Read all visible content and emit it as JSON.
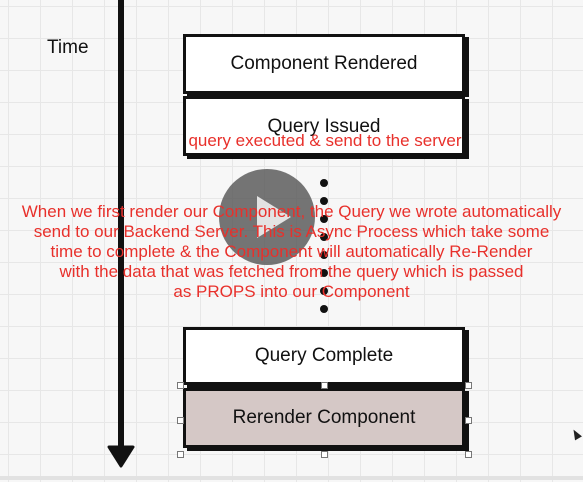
{
  "diagram": {
    "time_label": "Time",
    "steps": [
      {
        "label": "Component Rendered"
      },
      {
        "label": "Query Issued"
      },
      {
        "label": "Query Complete"
      },
      {
        "label": "Rerender Component"
      }
    ]
  },
  "annotations": {
    "query_note": "query executed & send to the server",
    "explanation": "When we first render our Component, the Query we wrote automatically\nsend to our Backend Server. This is Async Process which take some\ntime to complete & the Component will automatically Re-Render\nwith the data that was fetched from the query which is passed\nas PROPS into our Component"
  },
  "video": {
    "control": "play-icon"
  },
  "colors": {
    "annotation": "#e8302b",
    "highlight_box": "#d5c8c6"
  }
}
